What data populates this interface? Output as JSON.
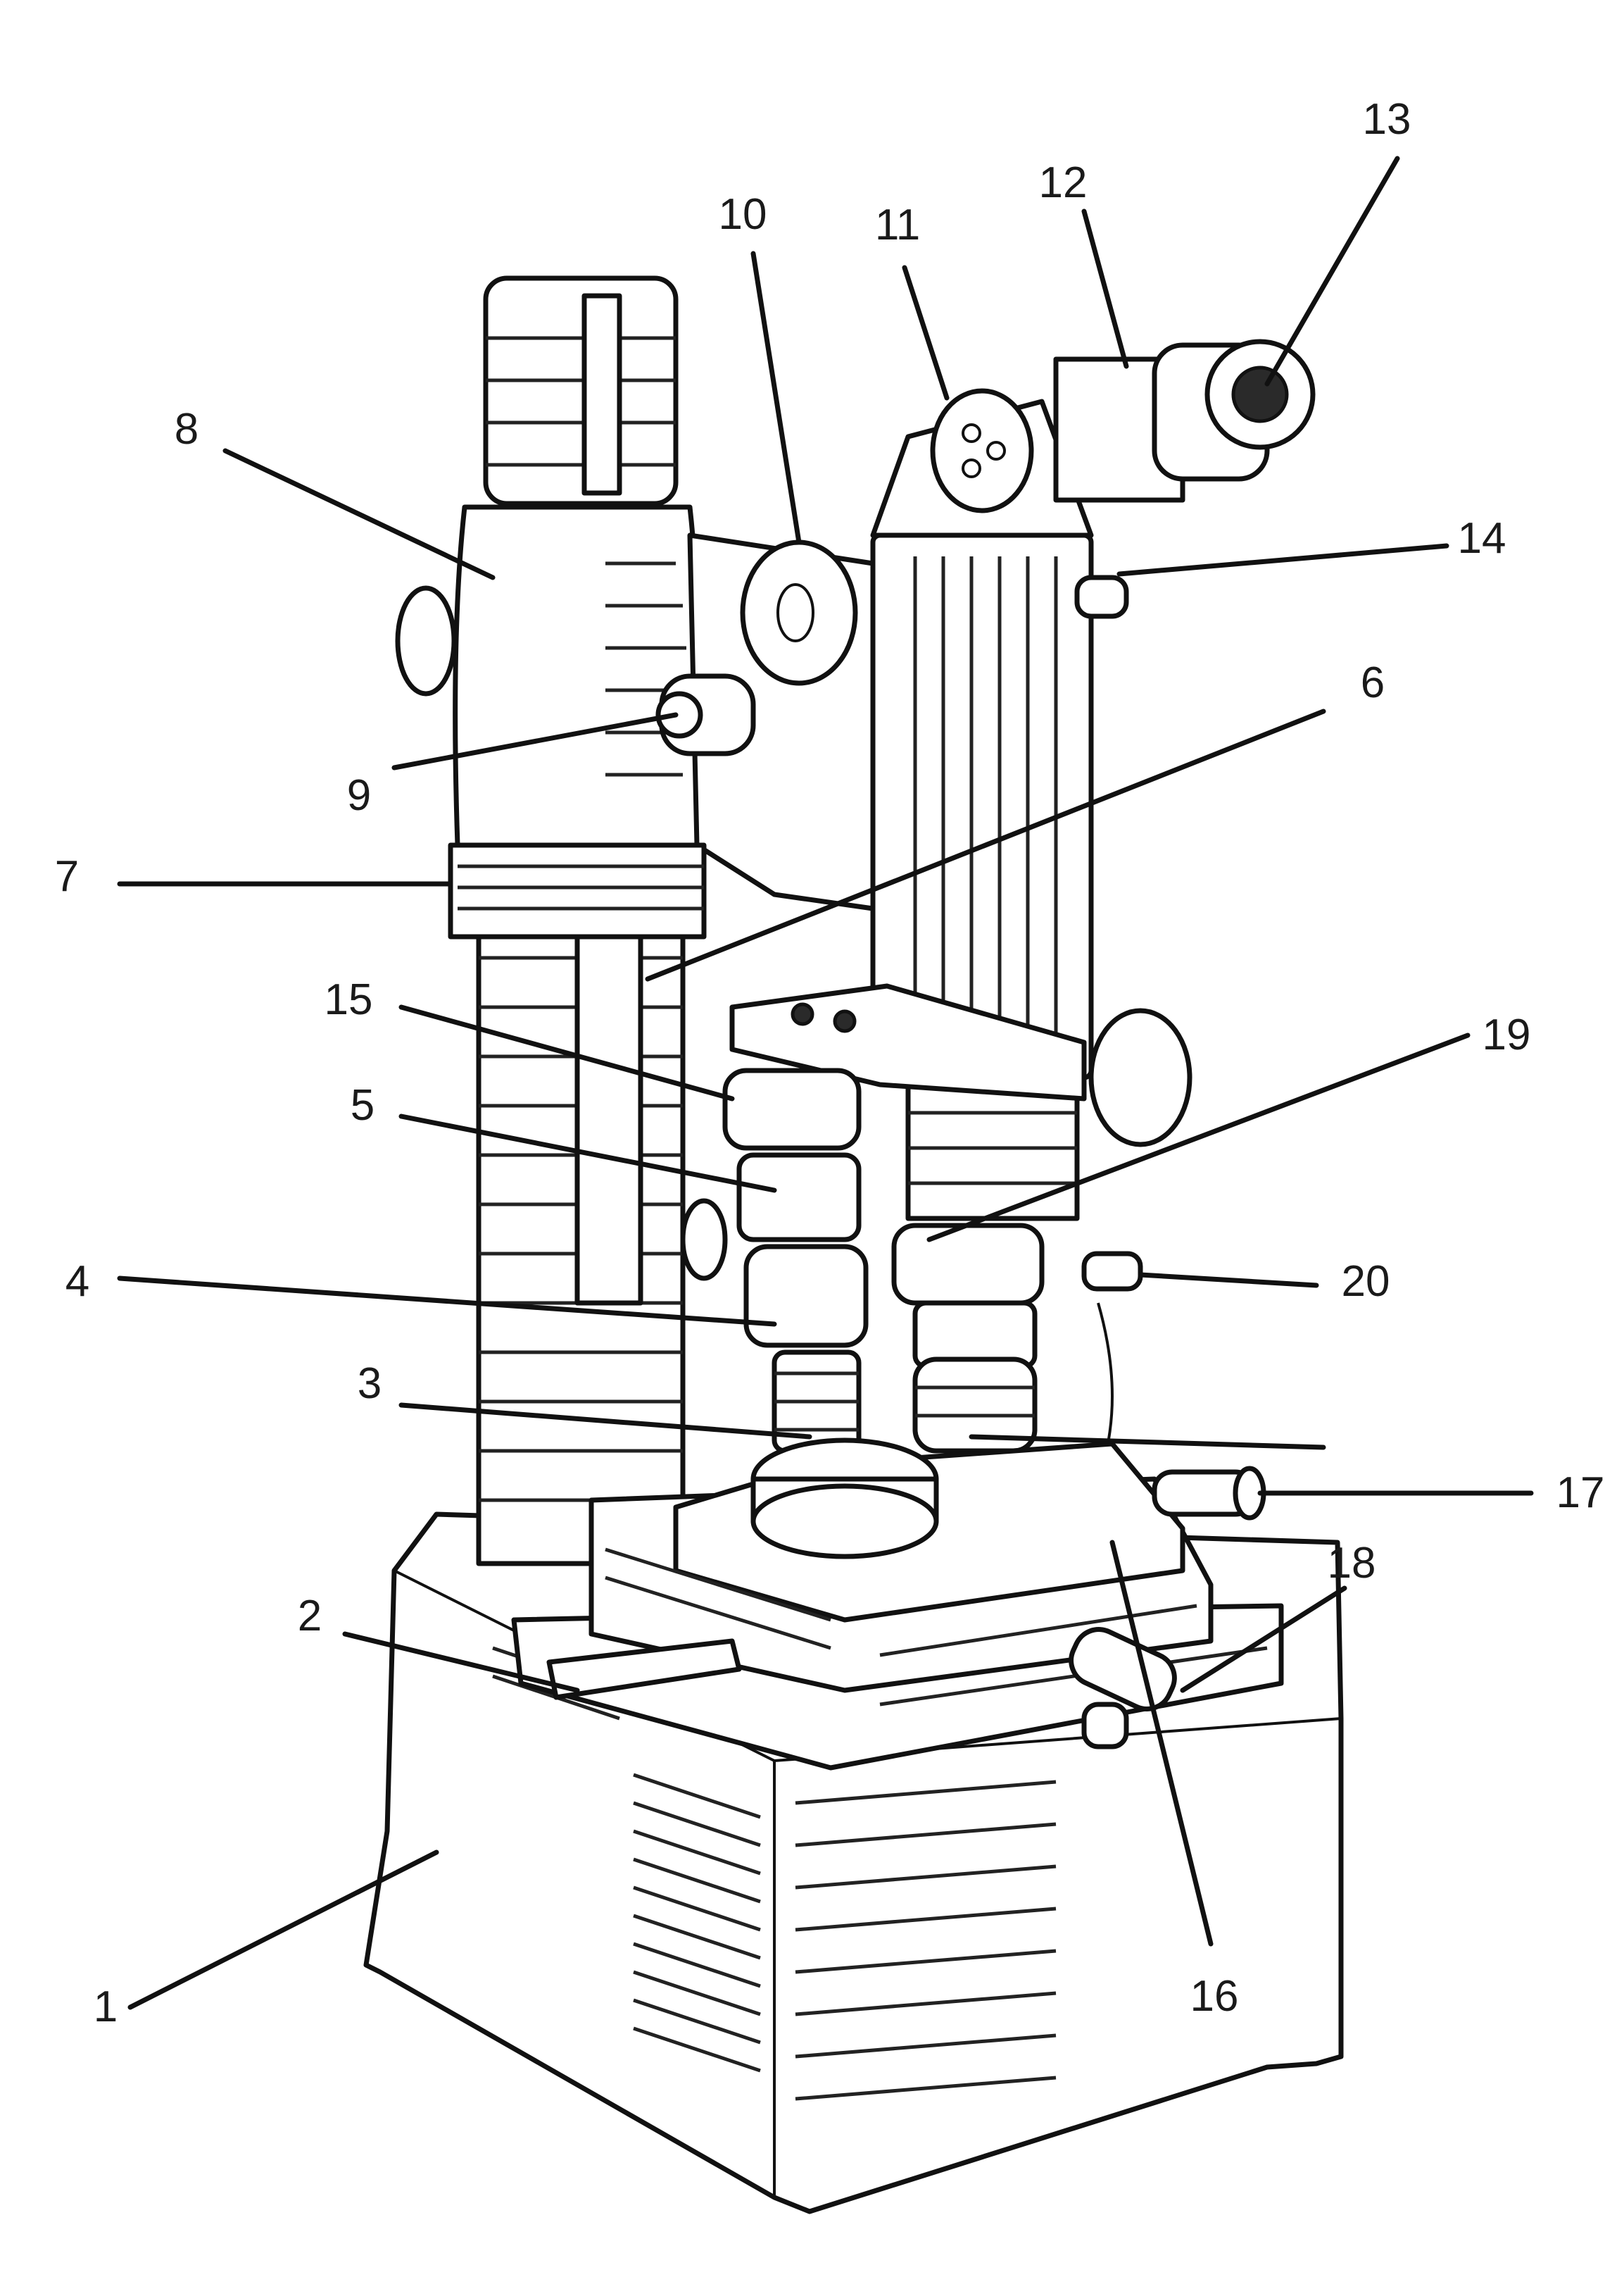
{
  "labels": [
    "1",
    "2",
    "3",
    "4",
    "5",
    "6",
    "7",
    "8",
    "9",
    "10",
    "11",
    "12",
    "13",
    "14",
    "15",
    "16",
    "17",
    "18",
    "19",
    "20"
  ],
  "colors": {
    "ink": "#111111",
    "paper": "#ffffff",
    "text": "#1a1a1a"
  }
}
